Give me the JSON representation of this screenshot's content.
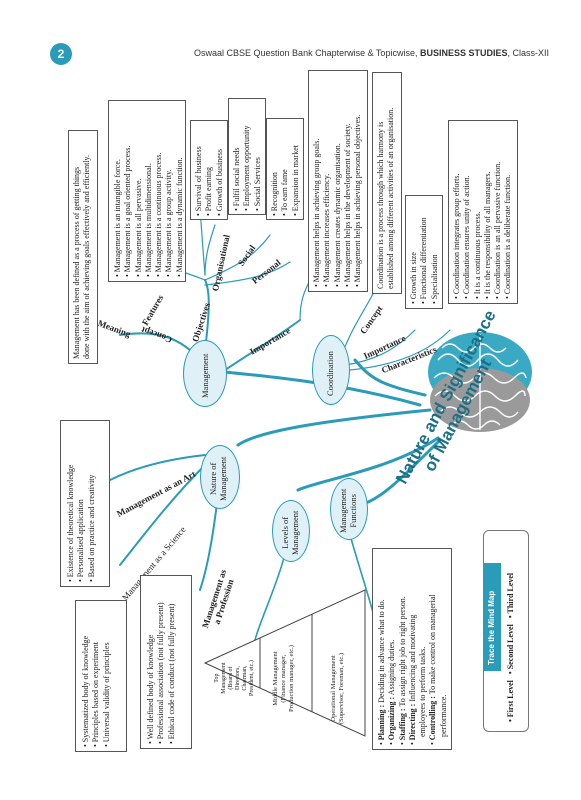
{
  "header": {
    "page_number": "2",
    "title_prefix": "Oswaal CBSE Question Bank Chapterwise & Topicwise, ",
    "title_bold": "BUSINESS STUDIES",
    "title_suffix": ", Class-XII"
  },
  "center": {
    "title_line1": "Nature and Significance",
    "title_line2": "of Management",
    "brain_icon": "brain-icon"
  },
  "nodes": {
    "management": "Management",
    "coordination": "Coordination",
    "nature_line1": "Nature of",
    "nature_line2": "Management",
    "levels_line1": "Levels of",
    "levels_line2": "Management",
    "functions_line1": "Management",
    "functions_line2": "Functions"
  },
  "branches": {
    "concept": "Concept",
    "meaning": "Meaning",
    "features": "Features",
    "objectives": "Objectives",
    "organisational": "Organisational",
    "social": "Social",
    "personal": "Personal",
    "importance": "Importance",
    "coord_concept": "Concept",
    "coord_importance": "Importance",
    "coord_characteristics": "Characteristics",
    "art": "Management as an Art",
    "science": "Management as a Science",
    "profession_line1": "Management as",
    "profession_line2": "a Profession"
  },
  "boxes": {
    "meaning": [
      "Management has been defined as a process of getting things",
      "done with the aim of achieving goals effectively and efficiently."
    ],
    "features": [
      "• Management is an intangible force.",
      "• Management is a goal oriented process.",
      "• Management is all pervasive.",
      "• Management is multidimensional.",
      "• Management is a continuous process.",
      "• Management is a group activity.",
      "• Management is a dynamic function."
    ],
    "organisational": [
      "• Survival of business",
      "• Profit earning",
      "• Growth of business"
    ],
    "social": [
      "• Fulfil social needs",
      "• Employment opportunity",
      "• Social Services"
    ],
    "personal": [
      "• Recognition",
      "• To earn fame",
      "• Expansion in market"
    ],
    "importance": [
      "• Management helps in achieving group goals.",
      "• Management increases efficiency.",
      "• Management creates dynamic organisation.",
      "• Management helps in the development of society.",
      "• Management helps in achieving personal objectives."
    ],
    "coord_concept": [
      "Coordination is a process through which harmony is",
      "established among different activities of an organisation."
    ],
    "coord_importance": [
      "• Growth in size",
      "• Functional differentiation",
      "• Specialisation"
    ],
    "coord_characteristics": [
      "• Coordination integrates group efforts.",
      "• Coordination ensures unity of action.",
      "• It is a continuous process.",
      "• It is the responsibility of all managers.",
      "• Coordination is an all pervasive function.",
      "• Coordination is a deliberate function."
    ],
    "art": [
      "• Existence of theoretical knowledge",
      "• Personalised application",
      "• Based on practice and creativity"
    ],
    "science": [
      "• Systematized body of knowledge",
      "• Principles based on experiment",
      "• Universal validity of principles"
    ],
    "profession": [
      "• Well defined body of knowledge",
      "• Professional association (not fully present)",
      "• Ethical code of conduct (not fully present)"
    ],
    "functions": [
      {
        "term": "Planning :",
        "desc": " Deciding in advance what to do."
      },
      {
        "term": "Organizing :",
        "desc": " Assigning duties."
      },
      {
        "term": "Staffing :",
        "desc": " To assign right job to right person."
      },
      {
        "term": "Directing :",
        "desc": " Influencing and motivating"
      },
      {
        "term": "",
        "desc": "employees to perform tasks."
      },
      {
        "term": "Controlling :",
        "desc": " To make control on managerial"
      },
      {
        "term": "",
        "desc": "performance."
      }
    ]
  },
  "levels": {
    "top": [
      "Top",
      "Management",
      "(Board of",
      "Directors,",
      "Chairman,",
      "President, etc.)"
    ],
    "middle": [
      "Middle Management",
      "(Finance manager,",
      "Production manager, etc.)"
    ],
    "operational": [
      "Operational Management",
      "(Supervisor, Foreman, etc.)"
    ]
  },
  "legend": {
    "title": "Trace the Mind Map",
    "first": "• First Level",
    "second": "• Second Level",
    "third": "• Third Level"
  },
  "colors": {
    "accent": "#2a9bb8",
    "node_fill": "#dff1f6"
  }
}
